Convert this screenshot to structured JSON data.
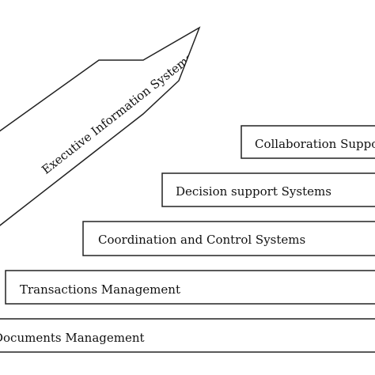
{
  "arrow": {
    "label": "Executive Information Systems"
  },
  "layers": [
    {
      "label": "Collaboration Support Systems"
    },
    {
      "label": "Decision support Systems"
    },
    {
      "label": "Coordination and Control Systems"
    },
    {
      "label": "Transactions Management"
    },
    {
      "label": "Documents Management"
    }
  ]
}
